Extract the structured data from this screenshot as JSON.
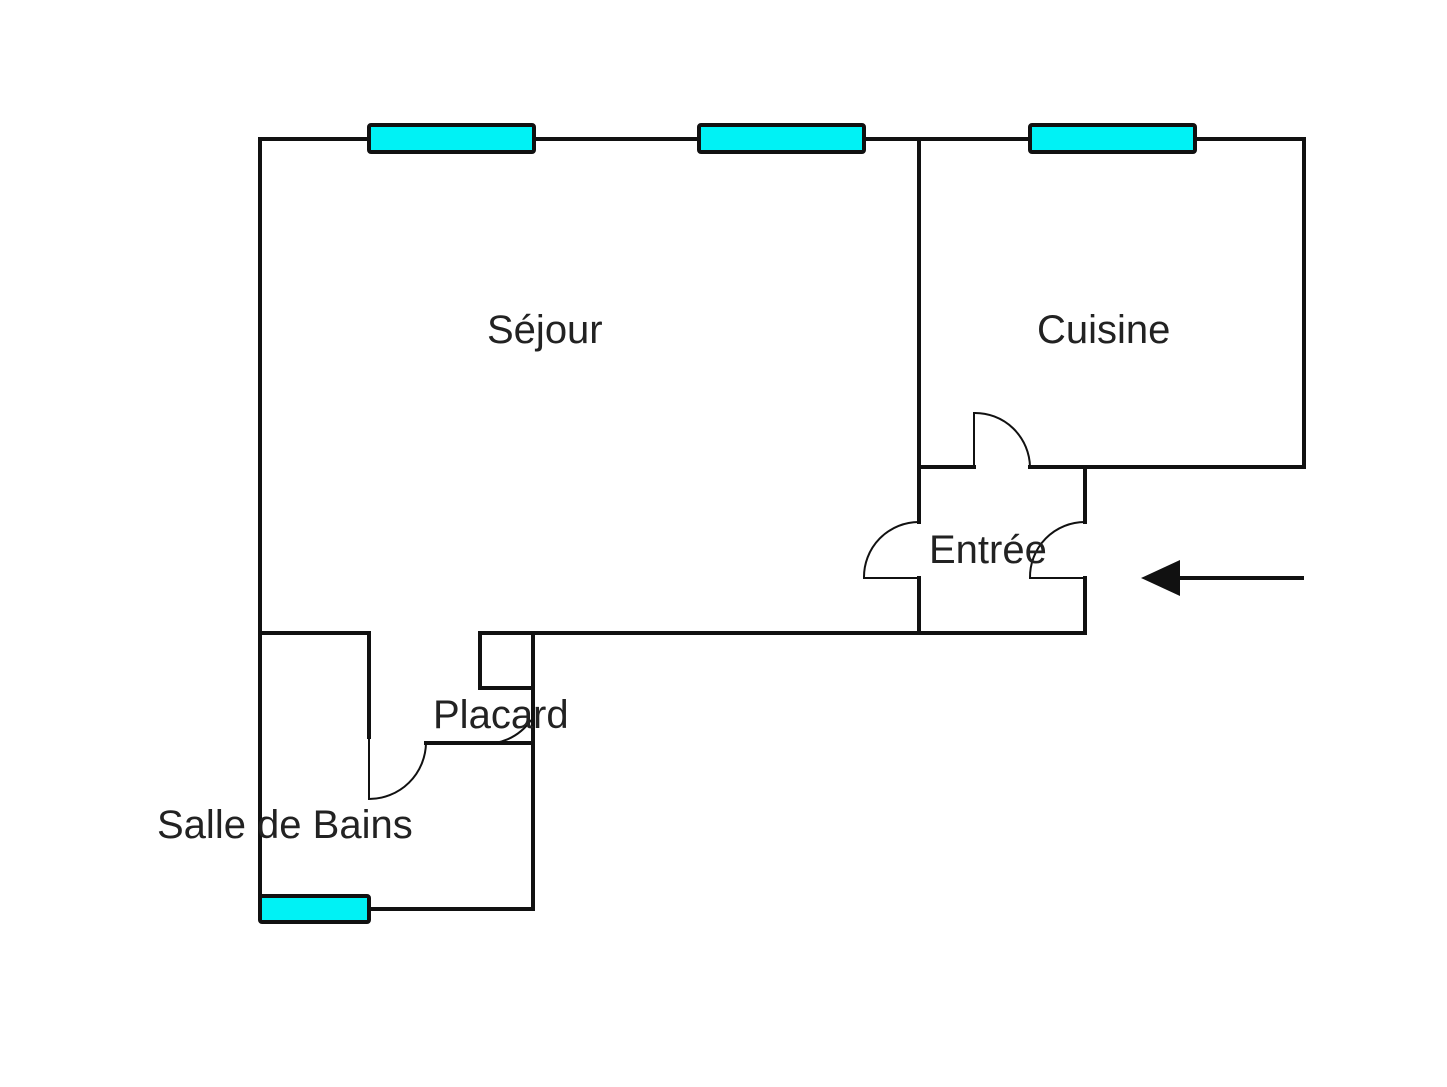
{
  "title": "Floor plan",
  "rooms": [
    {
      "id": "sejour",
      "label": "Séjour"
    },
    {
      "id": "cuisine",
      "label": "Cuisine"
    },
    {
      "id": "entree",
      "label": "Entrée"
    },
    {
      "id": "placard",
      "label": "Placard"
    },
    {
      "id": "salle-de-bains",
      "label": "Salle de Bains"
    }
  ],
  "colors": {
    "wall": "#111111",
    "window": "#00f2f5",
    "background": "#ffffff"
  },
  "entrance_arrow": {
    "direction": "left"
  }
}
